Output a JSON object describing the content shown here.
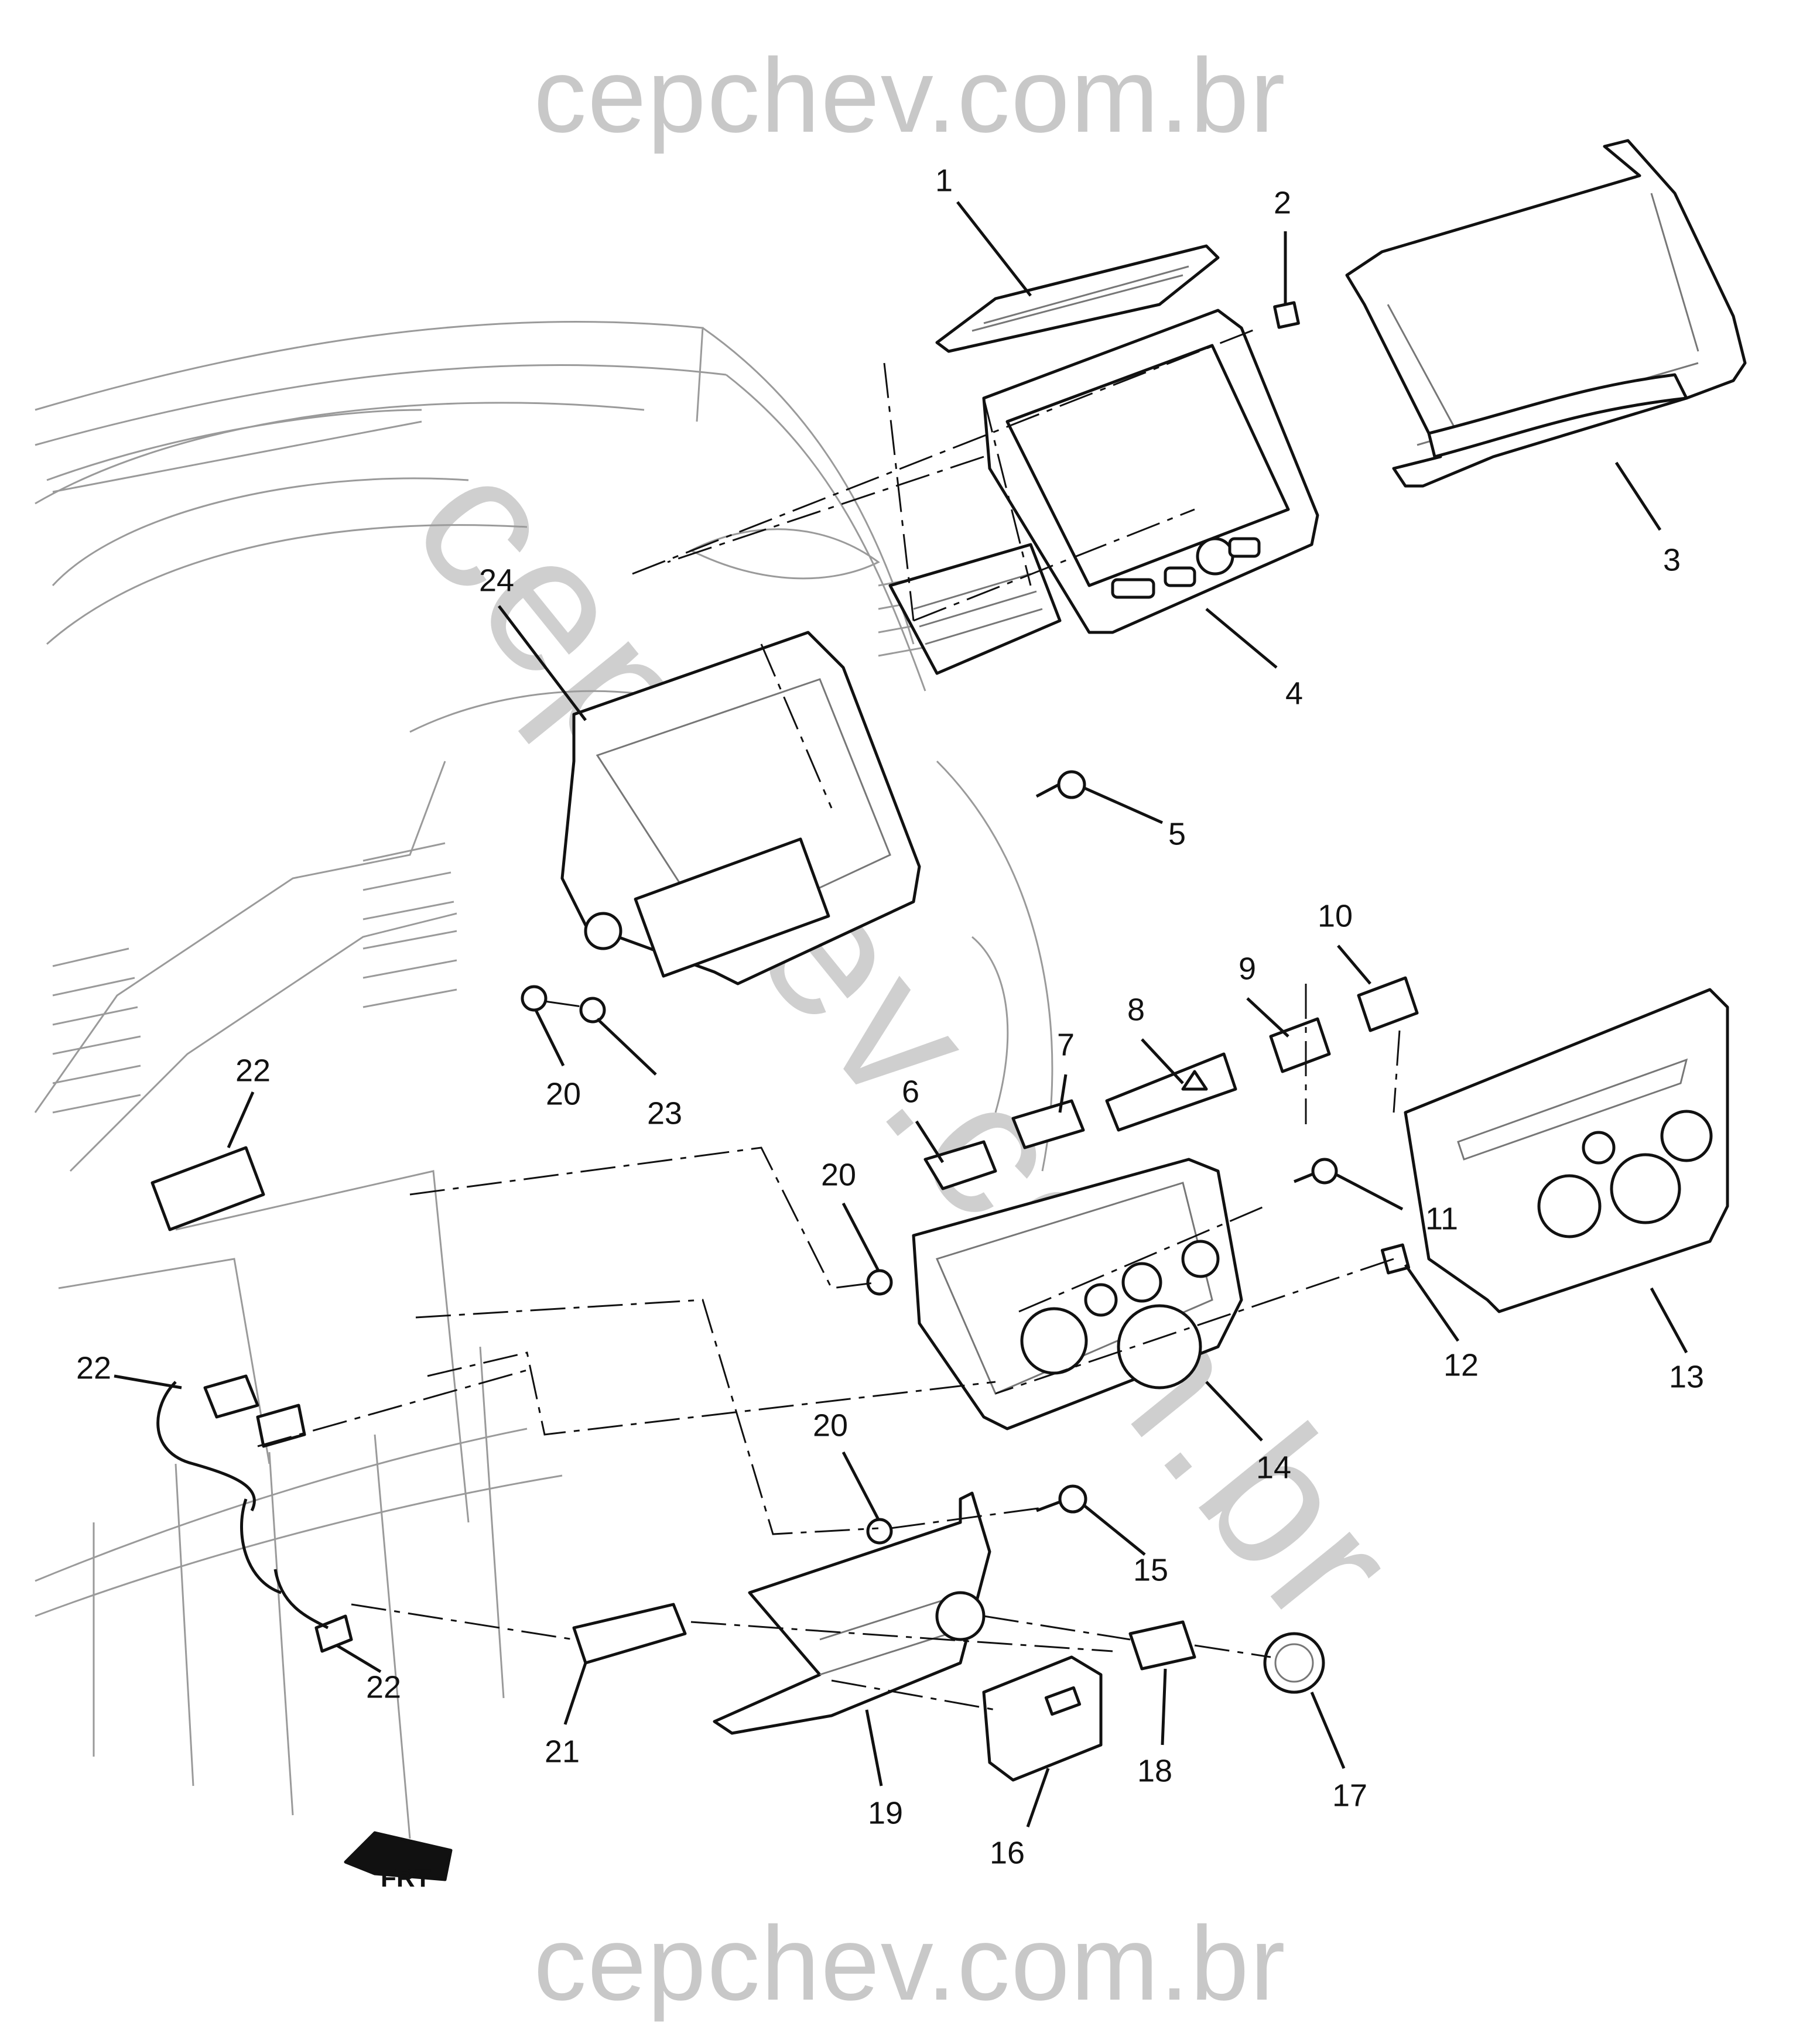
{
  "watermark": {
    "top": "cepchev.com.br",
    "bottom": "cepchev.com.br",
    "diagonal": "cepchev.com.br"
  },
  "direction_label": "FRT",
  "callouts": [
    {
      "id": "c1",
      "label": "1"
    },
    {
      "id": "c2",
      "label": "2"
    },
    {
      "id": "c3",
      "label": "3"
    },
    {
      "id": "c4",
      "label": "4"
    },
    {
      "id": "c5",
      "label": "5"
    },
    {
      "id": "c6",
      "label": "6"
    },
    {
      "id": "c7",
      "label": "7"
    },
    {
      "id": "c8",
      "label": "8"
    },
    {
      "id": "c9",
      "label": "9"
    },
    {
      "id": "c10",
      "label": "10"
    },
    {
      "id": "c11",
      "label": "11"
    },
    {
      "id": "c12",
      "label": "12"
    },
    {
      "id": "c13",
      "label": "13"
    },
    {
      "id": "c14",
      "label": "14"
    },
    {
      "id": "c15",
      "label": "15"
    },
    {
      "id": "c16",
      "label": "16"
    },
    {
      "id": "c17",
      "label": "17"
    },
    {
      "id": "c18",
      "label": "18"
    },
    {
      "id": "c19",
      "label": "19"
    },
    {
      "id": "c20a",
      "label": "20"
    },
    {
      "id": "c20b",
      "label": "20"
    },
    {
      "id": "c20c",
      "label": "20"
    },
    {
      "id": "c21",
      "label": "21"
    },
    {
      "id": "c22a",
      "label": "22"
    },
    {
      "id": "c22b",
      "label": "22"
    },
    {
      "id": "c22c",
      "label": "22"
    },
    {
      "id": "c23",
      "label": "23"
    },
    {
      "id": "c24",
      "label": "24"
    }
  ]
}
